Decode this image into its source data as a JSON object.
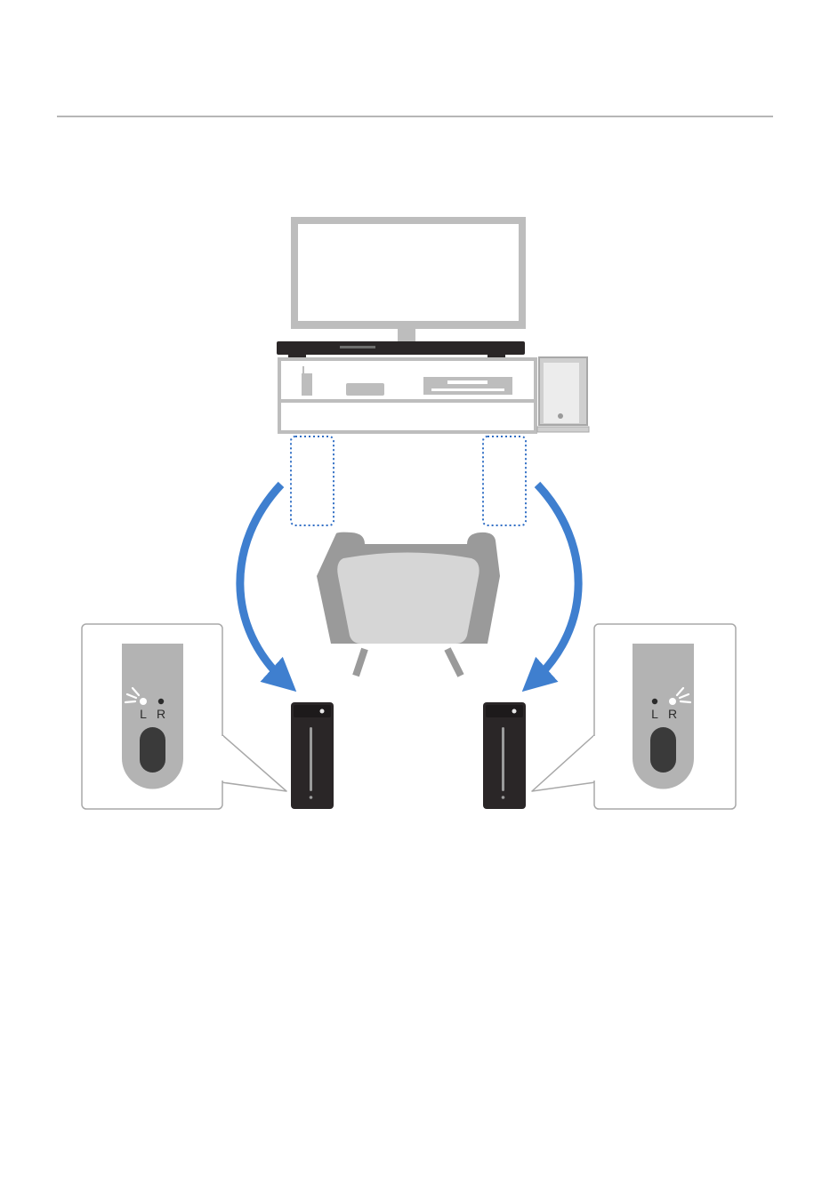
{
  "header": {
    "rule_color": "#8a8a8a"
  },
  "colors": {
    "arrow": "#3f7fcf",
    "placeholder_outline": "#2f6dc4",
    "speaker_body": "#2a2627",
    "device_gray": "#bdbdbd",
    "chair_frame": "#9a9a9a",
    "chair_cushion": "#d6d6d6",
    "led_on": "#ffffff",
    "led_off": "#2b2b2b"
  },
  "left_callout": {
    "channel_left_label": "L",
    "channel_right_label": "R",
    "lit_indicator": "L",
    "icon": "speaker-back-panel-icon"
  },
  "right_callout": {
    "channel_left_label": "L",
    "channel_right_label": "R",
    "lit_indicator": "R",
    "icon": "speaker-back-panel-icon"
  }
}
